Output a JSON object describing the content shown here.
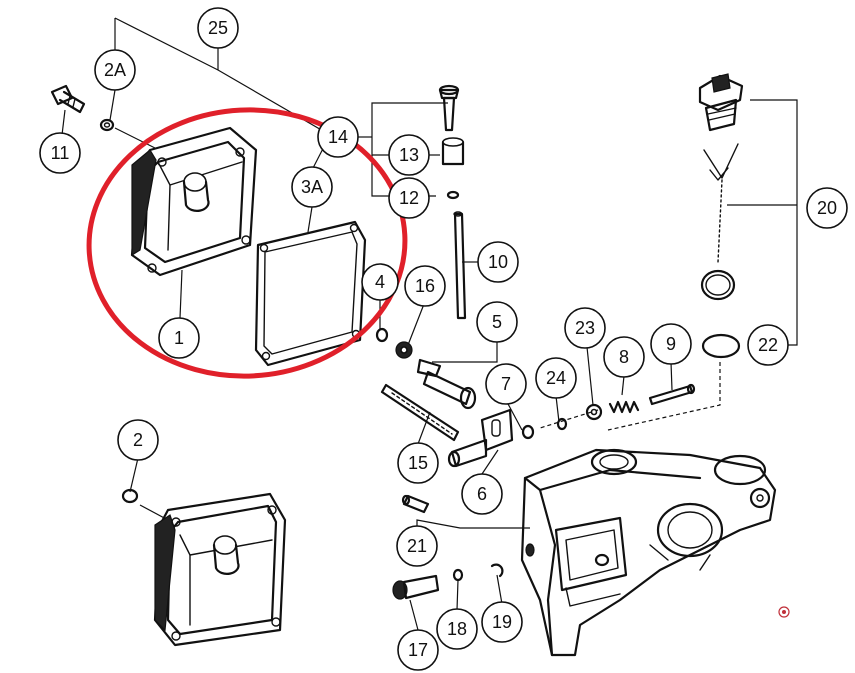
{
  "colors": {
    "highlight": "#e0202a",
    "ink": "#111111",
    "background": "#ffffff"
  },
  "callouts": {
    "c25": "25",
    "c2a": "2A",
    "c11": "11",
    "c14": "14",
    "c13": "13",
    "c12": "12",
    "c3a": "3A",
    "c1": "1",
    "c4": "4",
    "c16": "16",
    "c10": "10",
    "c5": "5",
    "c23": "23",
    "c8": "8",
    "c9": "9",
    "c24": "24",
    "c7": "7",
    "c15": "15",
    "c6": "6",
    "c20": "20",
    "c22": "22",
    "c2": "2",
    "c21": "21",
    "c17": "17",
    "c18": "18",
    "c19": "19"
  },
  "icons": {
    "highlight": "red-ellipse-highlight",
    "logo": "small-circular-logo-icon"
  }
}
